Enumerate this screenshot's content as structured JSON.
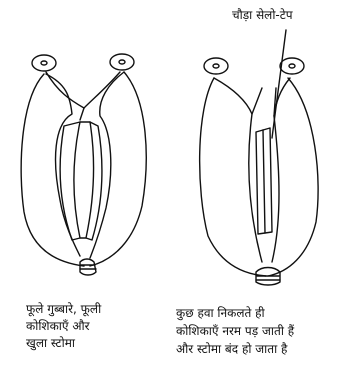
{
  "diagram": {
    "tape_label": "चौड़ा सेलो-टेप",
    "left_caption": [
      "फूले गुब्बारे, फूली",
      "कोशिकाएँ और",
      "खुला स्टोमा"
    ],
    "right_caption": [
      "कुछ हवा निकलते ही",
      "कोशिकाएँ नरम पड़ जाती हैं",
      "और स्टोमा बंद हो जाता है"
    ]
  },
  "colors": {
    "ink": "#111111",
    "background": "#ffffff"
  }
}
